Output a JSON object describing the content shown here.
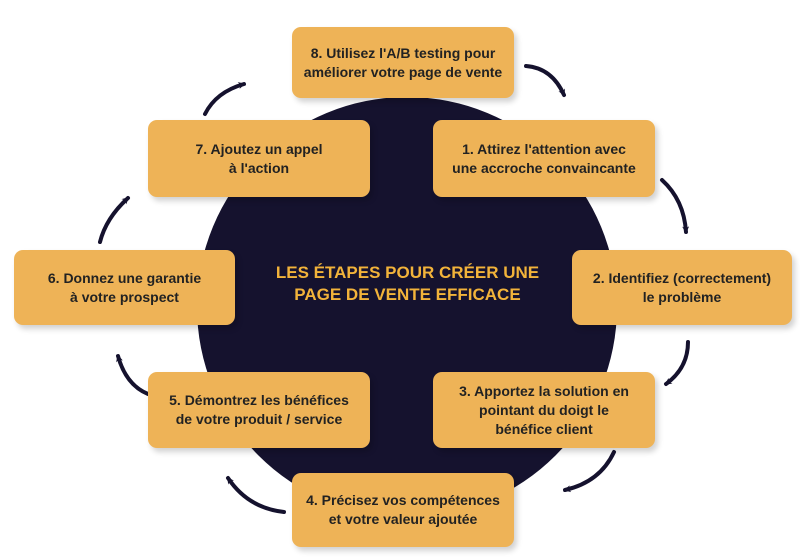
{
  "center": {
    "title": "LES ÉTAPES POUR CRÉER UNE\nPAGE DE VENTE EFFICACE"
  },
  "steps": [
    {
      "label": "1. Attirez l'attention avec\nune accroche convaincante"
    },
    {
      "label": "2. Identifiez (correctement)\nle problème"
    },
    {
      "label": "3. Apportez la solution en\npointant du doigt le\nbénéfice client"
    },
    {
      "label": "4. Précisez vos compétences\net votre valeur ajoutée"
    },
    {
      "label": "5. Démontrez les bénéfices\nde votre produit / service"
    },
    {
      "label": "6. Donnez une garantie\nà votre prospect"
    },
    {
      "label": "7. Ajoutez un appel\nà l'action"
    },
    {
      "label": "8. Utilisez l'A/B testing pour\naméliorer votre page de vente"
    }
  ],
  "colors": {
    "circle": "#15122e",
    "title": "#f2b33a",
    "box": "#eeb357",
    "arrow": "#15122e"
  }
}
